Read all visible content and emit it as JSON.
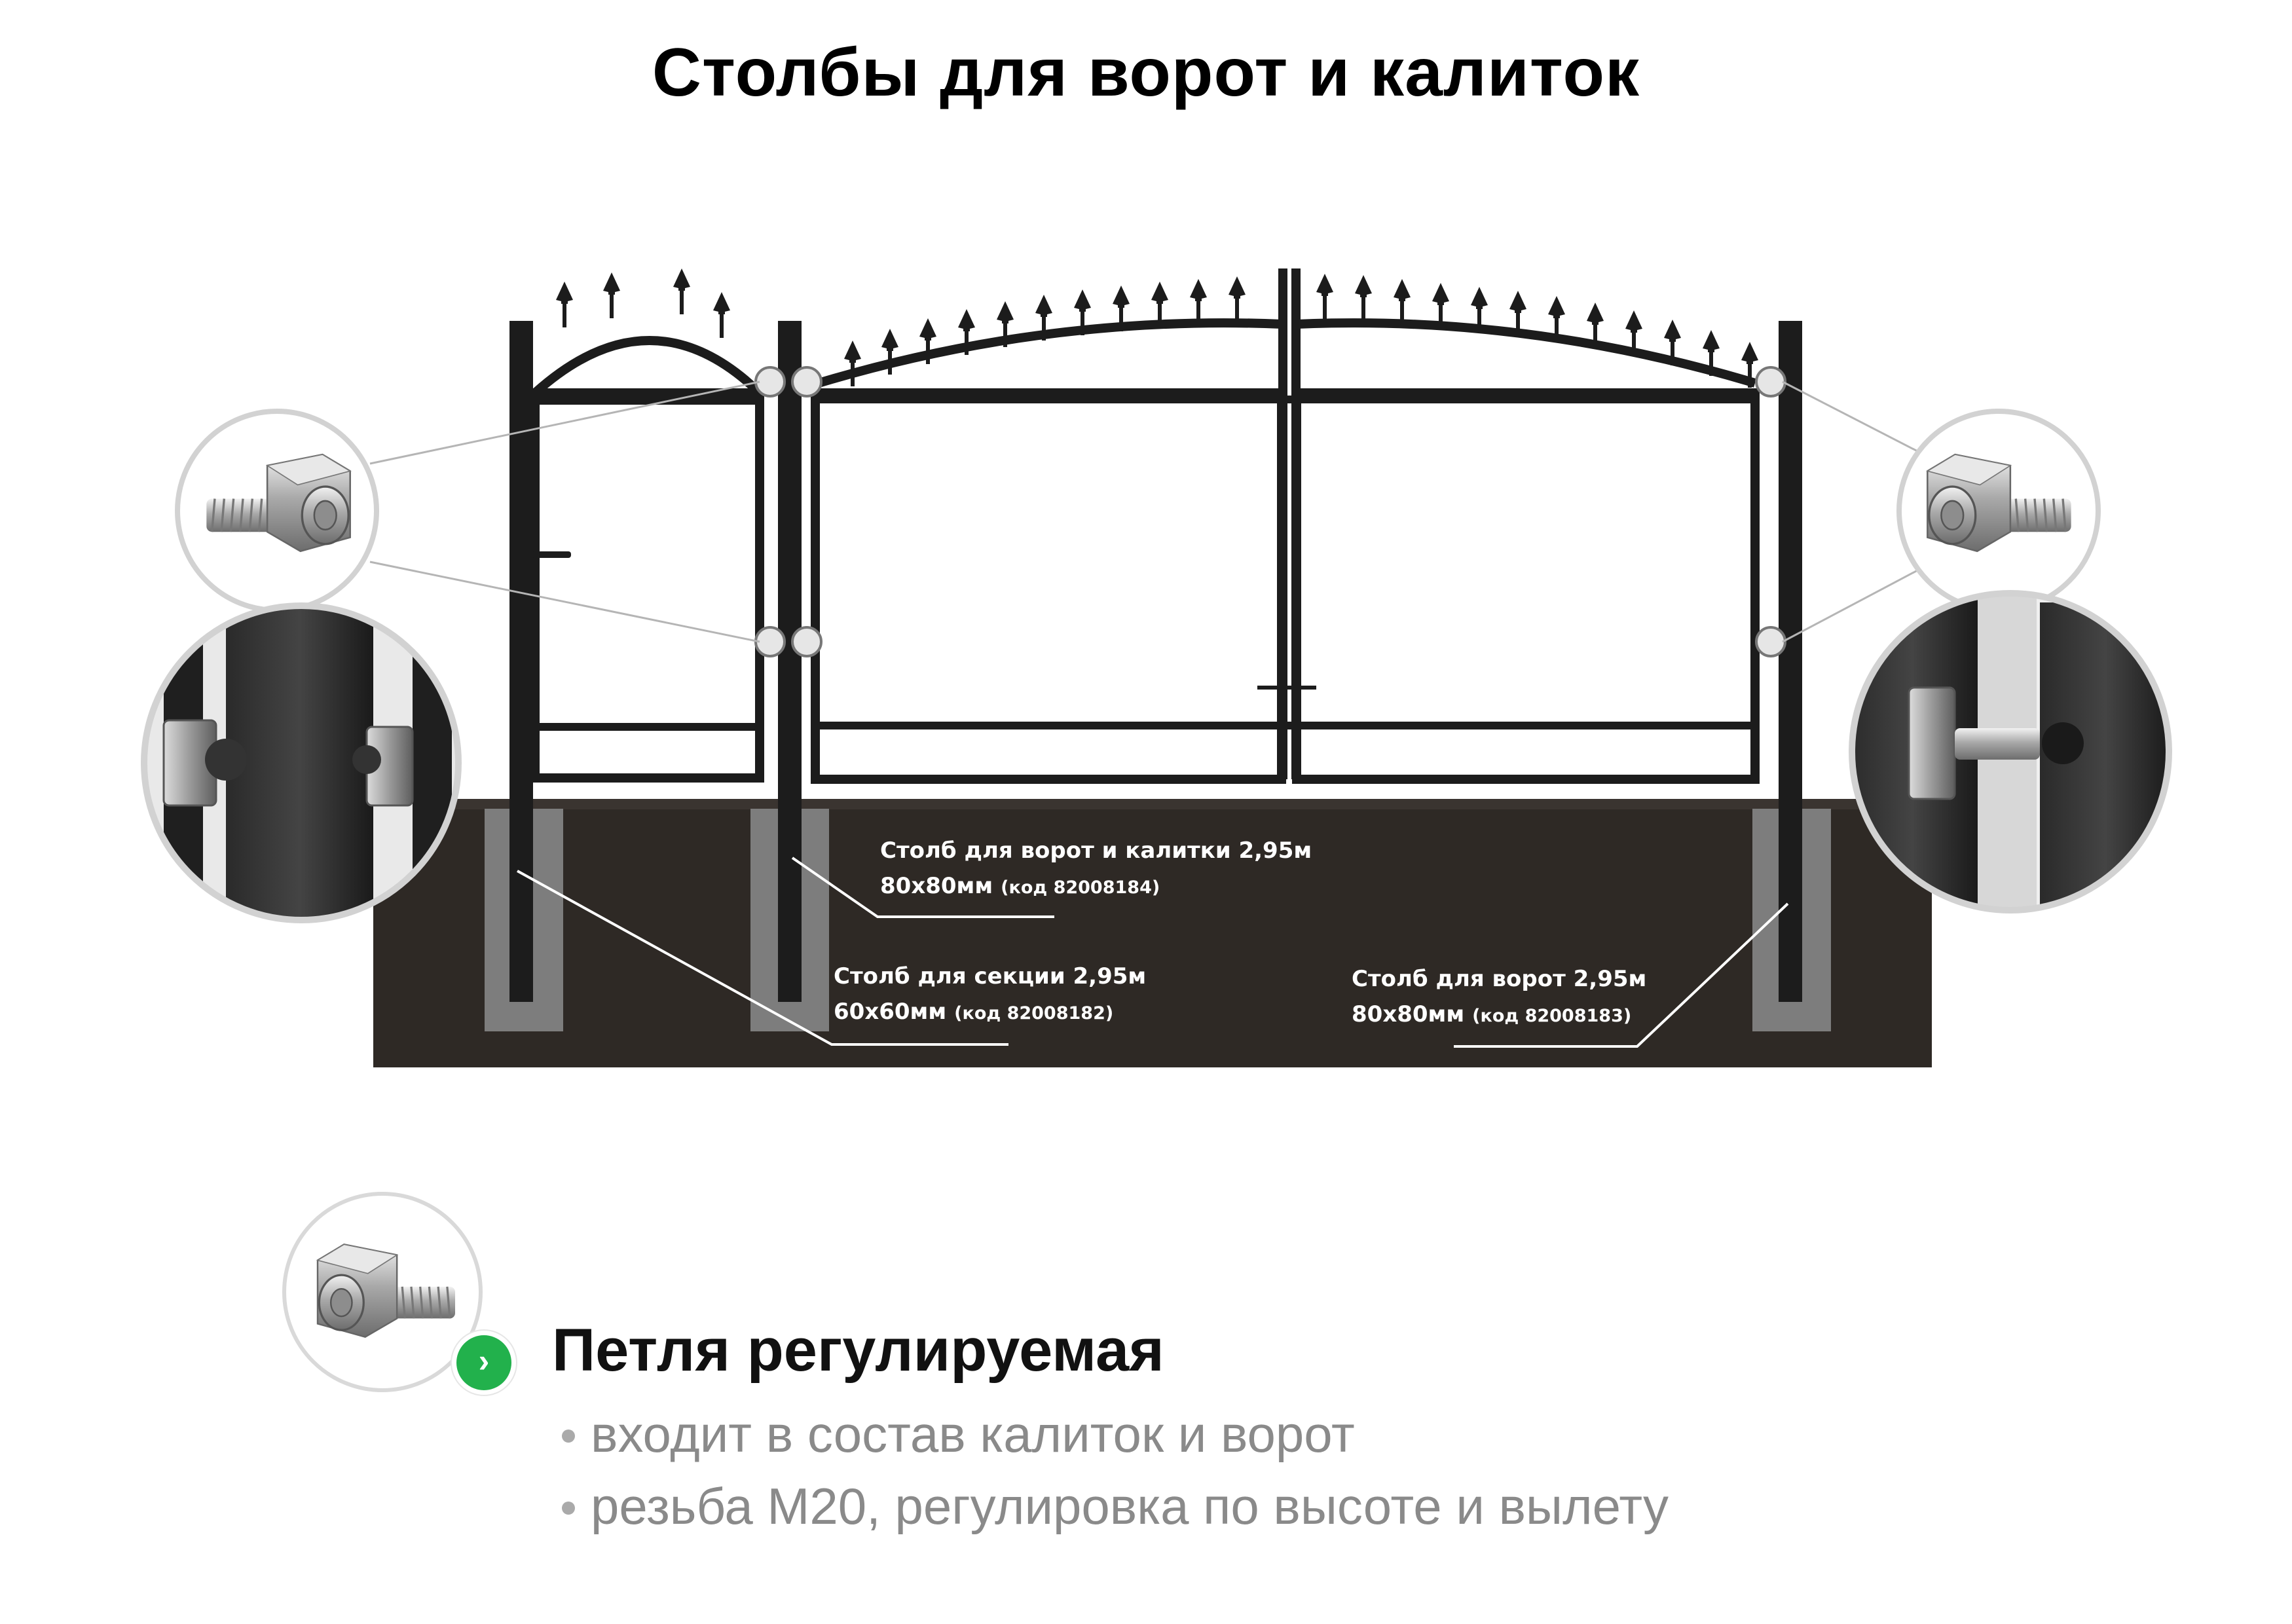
{
  "title": "Столбы для ворот и калиток",
  "callouts": {
    "gate_wicket_post": {
      "line1": "Столб для ворот и калитки 2,95м",
      "size": "80х80мм",
      "code": "(код 82008184)"
    },
    "section_post": {
      "line1": "Столб для секции 2,95м",
      "size": "60х60мм",
      "code": "(код 82008182)"
    },
    "gate_post": {
      "line1": "Столб для ворот  2,95м",
      "size": "80х80мм",
      "code": "(код 82008183)"
    }
  },
  "feature": {
    "title": "Петля регулируемая",
    "badge_icon": "chevron-right-icon",
    "bullets": [
      "входит в состав калиток и ворот",
      "резьба М20, регулировка по высоте и вылету"
    ]
  },
  "colors": {
    "frame": "#1c1c1c",
    "soil": "#2e2925",
    "concrete": "#7d7d7d",
    "accent_green": "#22b14c",
    "bullet_text": "#8a8a8a"
  }
}
